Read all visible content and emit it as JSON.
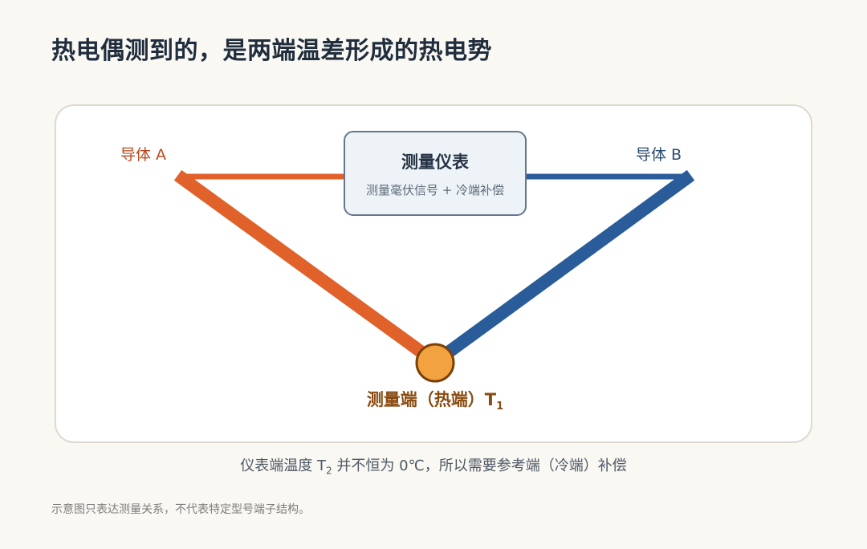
{
  "title": "热电偶测到的，是两端温差形成的热电势",
  "diagram": {
    "conductor_a": {
      "label": "导体 A",
      "color": "#e0612a"
    },
    "conductor_b": {
      "label": "导体 B",
      "color": "#2a5c9a"
    },
    "meter": {
      "title": "测量仪表",
      "subtitle": "测量毫伏信号 + 冷端补偿"
    },
    "hot_junction": {
      "label_main": "测量端（热端）T",
      "label_subscript": "1",
      "fill_color": "#f2a23e",
      "stroke_color": "#7a4208"
    }
  },
  "caption": {
    "before": "仪表端温度 T",
    "subscript": "2",
    "after": " 并不恒为 0℃，所以需要参考端（冷端）补偿"
  },
  "footnote": "示意图只表达测量关系，不代表特定型号端子结构。"
}
